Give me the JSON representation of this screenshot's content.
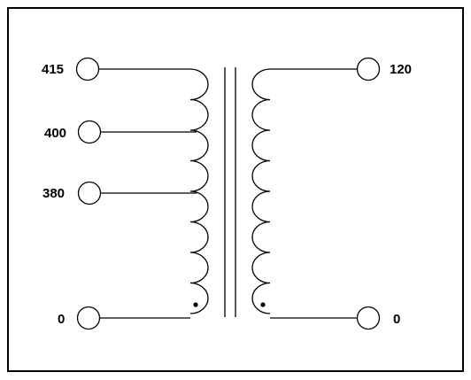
{
  "diagram": {
    "primary": {
      "taps": [
        {
          "label": "415"
        },
        {
          "label": "400"
        },
        {
          "label": "380"
        },
        {
          "label": "0"
        }
      ]
    },
    "secondary": {
      "taps": [
        {
          "label": "120"
        },
        {
          "label": "0"
        }
      ]
    },
    "colors": {
      "line": "#000000",
      "background": "#ffffff"
    }
  }
}
